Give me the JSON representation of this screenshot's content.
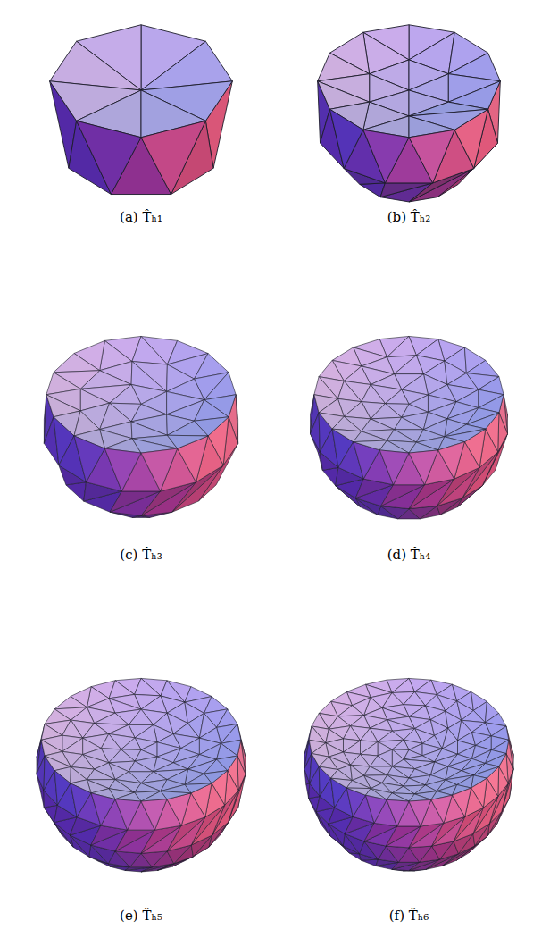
{
  "diagram": {
    "labels": [
      "(a) T̂ₕ₁",
      "(b) T̂ₕ₂",
      "(c) T̂ₕ₃",
      "(d) T̂ₕ₄",
      "(e) T̂ₕ₅",
      "(f) T̂ₕ₆"
    ]
  }
}
